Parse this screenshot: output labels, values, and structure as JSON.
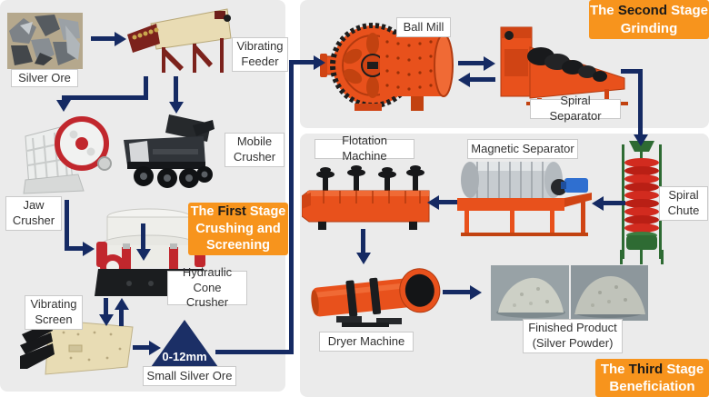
{
  "stages": {
    "first": {
      "pre": "The ",
      "em": "First",
      "post": " Stage",
      "line2": "Crushing and",
      "line3": "Screening"
    },
    "second": {
      "pre": "The ",
      "em": "Second",
      "post": " Stage",
      "line2": "Grinding"
    },
    "third": {
      "pre": "The ",
      "em": "Third",
      "post": " Stage",
      "line2": "Beneficiation"
    }
  },
  "labels": {
    "silver_ore": "Silver Ore",
    "vibrating_feeder": "Vibrating Feeder",
    "jaw_crusher": "Jaw Crusher",
    "mobile_crusher": "Mobile Crusher",
    "hydraulic_cone_crusher": "Hydraulic Cone Crusher",
    "vibrating_screen": "Vibrating Screen",
    "small_silver_ore": "Small Silver Ore",
    "size_range": "0-12mm",
    "ball_mill": "Ball Mill",
    "spiral_separator": "Spiral Separator",
    "flotation_machine": "Flotation Machine",
    "magnetic_separator": "Magnetic Separator",
    "spiral_chute": "Spiral Chute",
    "dryer_machine": "Dryer Machine",
    "finished_product_line1": "Finished Product",
    "finished_product_line2": "(Silver Powder)"
  },
  "colors": {
    "arrow": "#152a63",
    "stage_box": "#f7941d",
    "stage_text": "#ffffff",
    "stage_emphasis": "#1a1a1a",
    "panel_background": "#ebebeb",
    "label_border": "#c9c9c9",
    "label_text": "#333333",
    "triangle": "#1b2f66",
    "equipment_orange": "#e8511c"
  }
}
